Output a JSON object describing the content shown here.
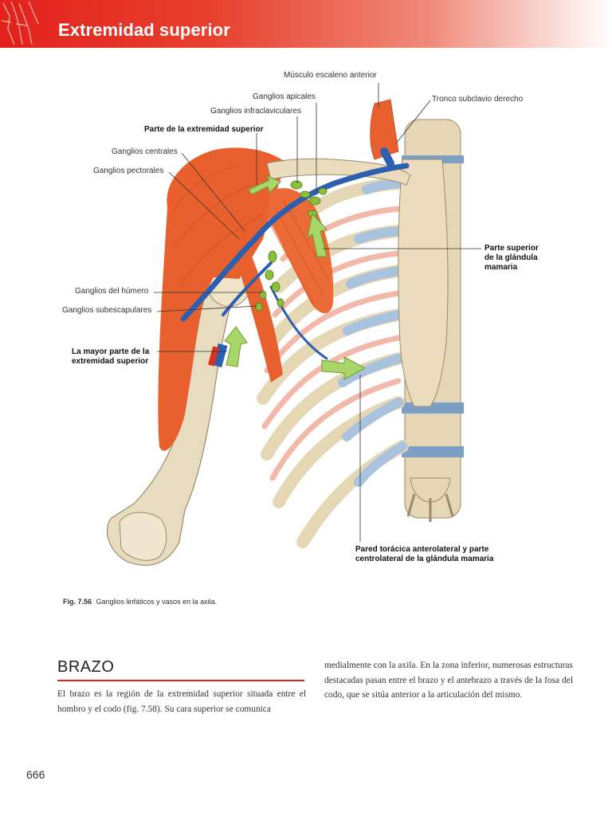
{
  "header": {
    "title": "Extremidad superior",
    "color": "#e2211c"
  },
  "figure": {
    "labels": {
      "escaleno": "Músculo escaleno anterior",
      "apicales": "Ganglios apicales",
      "infraclaviculares": "Ganglios infraclaviculares",
      "tronco": "Tronco subclavio derecho",
      "parte_extremidad": "Parte de la extremidad superior",
      "centrales": "Ganglios centrales",
      "pectorales": "Ganglios pectorales",
      "mamaria_superior_1": "Parte superior",
      "mamaria_superior_2": "de la glándula",
      "mamaria_superior_3": "mamaria",
      "humero": "Ganglios del húmero",
      "subescapulares": "Ganglios subescapulares",
      "mayor_parte_1": "La mayor parte de la",
      "mayor_parte_2": "extremidad superior",
      "pared_1": "Pared torácica anterolateral y parte",
      "pared_2": "centrolateral de la glándula mamaria"
    }
  },
  "caption": {
    "number": "Fig. 7.56",
    "text": "Ganglios linfáticos y vasos en la axila."
  },
  "section": {
    "heading": "BRAZO",
    "left_text": "El brazo es la región de la extremidad superior situada entre el hombro y el codo (fig. 7.58). Su cara superior se comunica",
    "right_text": "medialmente con la axila. En la zona inferior, numerosas estructuras destacadas pasan entre el brazo y el antebrazo a través de la fosa del codo, que se sitúa anterior a la articulación del mismo."
  },
  "page_number": "666"
}
